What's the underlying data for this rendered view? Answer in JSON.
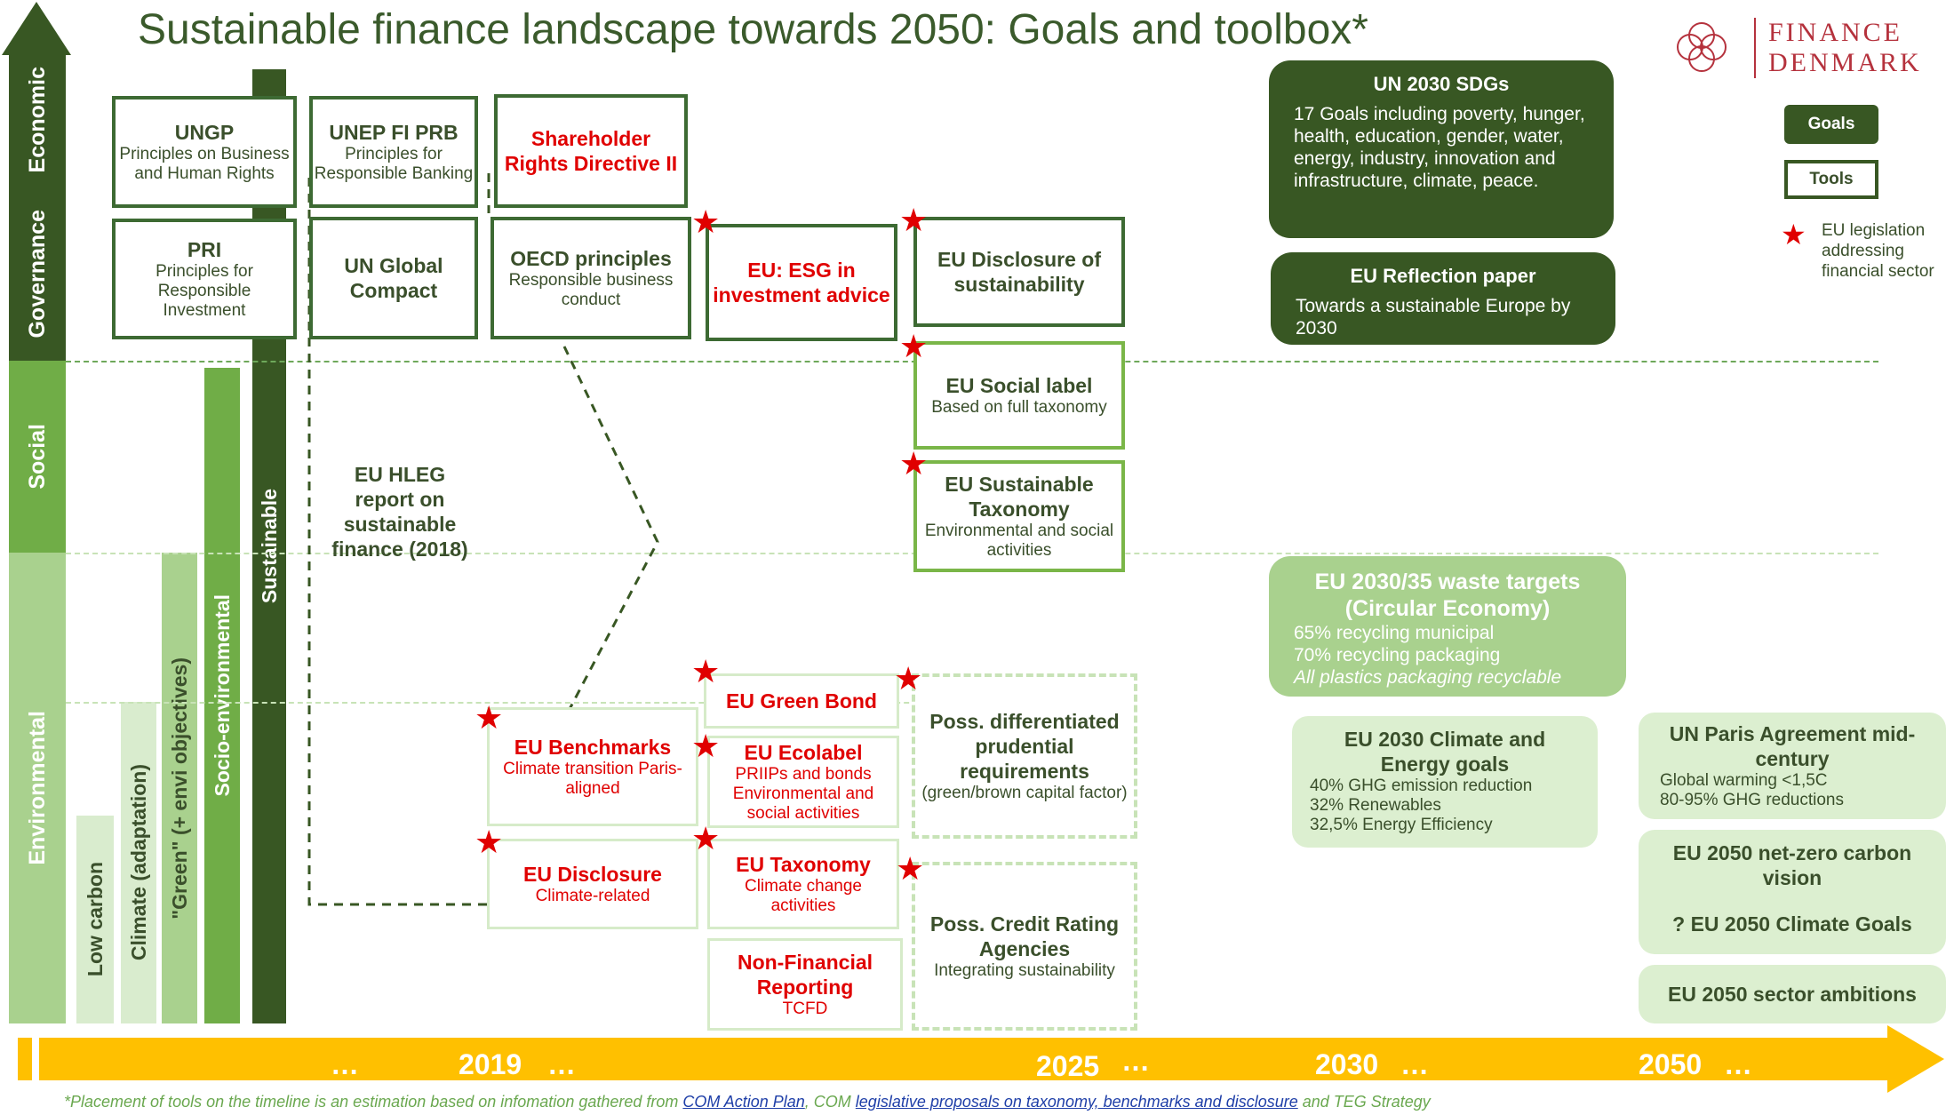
{
  "title": "Sustainable finance landscape towards 2050: Goals and toolbox*",
  "logo": {
    "line1": "FINANCE",
    "line2": "DENMARK"
  },
  "colors": {
    "dark_green": "#385723",
    "mid_green": "#70ad47",
    "light_green": "#a9d18e",
    "pale_green": "#dcefd0",
    "red": "#e00000",
    "timeline": "#ffc000"
  },
  "axis_bands": {
    "economic": "Economic",
    "governance": "Governance",
    "social": "Social",
    "environmental": "Environmental"
  },
  "scope_bars": {
    "low_carbon": "Low carbon",
    "climate": "Climate (adaptation)",
    "green": "\"Green\" (+ envi objectives)",
    "socio": "Socio-environmental",
    "sustainable": "Sustainable"
  },
  "boxes": {
    "ungp": {
      "title": "UNGP",
      "sub": "Principles on Business and Human Rights"
    },
    "pri": {
      "title": "PRI",
      "sub": "Principles for Responsible Investment"
    },
    "unep": {
      "title": "UNEP FI PRB",
      "sub": "Principles for Responsible Banking"
    },
    "ungc": {
      "title": "UN Global Compact"
    },
    "srd": {
      "title": "Shareholder Rights Directive II"
    },
    "oecd": {
      "title": "OECD principles",
      "sub": "Responsible business conduct"
    },
    "esg_advice": {
      "title": "EU: ESG in investment advice"
    },
    "disclosure_sust": {
      "title": "EU Disclosure of sustainability"
    },
    "social_label": {
      "title": "EU Social label",
      "sub": "Based on full taxonomy"
    },
    "sust_taxonomy": {
      "title": "EU Sustainable Taxonomy",
      "sub": "Environmental and social activities"
    },
    "hleg": {
      "title": "EU HLEG report on sustainable finance (2018)"
    },
    "benchmarks": {
      "title": "EU Benchmarks",
      "sub": "Climate transition Paris-aligned"
    },
    "disclosure": {
      "title": "EU Disclosure",
      "sub": "Climate-related"
    },
    "green_bond": {
      "title": "EU Green Bond"
    },
    "ecolabel": {
      "title": "EU Ecolabel",
      "sub": "PRIIPs and bonds Environmental and social activities"
    },
    "taxonomy": {
      "title": "EU Taxonomy",
      "sub": "Climate change activities"
    },
    "nfr": {
      "title": "Non-Financial Reporting",
      "sub": "TCFD"
    },
    "prudential": {
      "title": "Poss. differentiated prudential requirements",
      "sub": "(green/brown capital factor)"
    },
    "cra": {
      "title": "Poss. Credit Rating Agencies",
      "sub": "Integrating sustainability"
    }
  },
  "goals": {
    "sdgs": {
      "title": "UN 2030 SDGs",
      "text": "17 Goals including poverty, hunger, health, education, gender, water, energy, industry, innovation and infrastructure, climate, peace."
    },
    "reflection": {
      "title": "EU Reflection paper",
      "text": "Towards a sustainable Europe by 2030"
    },
    "waste": {
      "title": "EU 2030/35 waste targets (Circular Economy)",
      "l1": "65% recycling municipal",
      "l2": "70%  recycling packaging",
      "l3": "All plastics packaging recyclable"
    },
    "climate_energy": {
      "title": "EU 2030 Climate and Energy goals",
      "l1": "40% GHG emission reduction",
      "l2": "32% Renewables",
      "l3": "32,5% Energy Efficiency"
    },
    "paris": {
      "title": "UN Paris Agreement mid-century",
      "l1": "Global warming <1,5C",
      "l2": "80-95% GHG reductions"
    },
    "netzero": {
      "title": "EU 2050 net-zero carbon vision",
      "q": "? EU 2050 Climate Goals"
    },
    "sector": {
      "title": "EU 2050 sector ambitions"
    }
  },
  "legend": {
    "goals": "Goals",
    "tools": "Tools",
    "star": "EU legislation addressing financial sector"
  },
  "timeline": {
    "t0": "…",
    "t1": "2019",
    "t1b": "…",
    "t2": "2025",
    "t2b": "…",
    "t3": "2030",
    "t3b": "…",
    "t4": "2050",
    "t4b": "…"
  },
  "footnote": {
    "pre": "*Placement of tools on the timeline is an estimation based on infomation gathered from ",
    "link1": "COM Action Plan",
    "mid": ", COM ",
    "link2": "legislative proposals on taxonomy, benchmarks and disclosure",
    "post": "  and TEG Strategy"
  }
}
